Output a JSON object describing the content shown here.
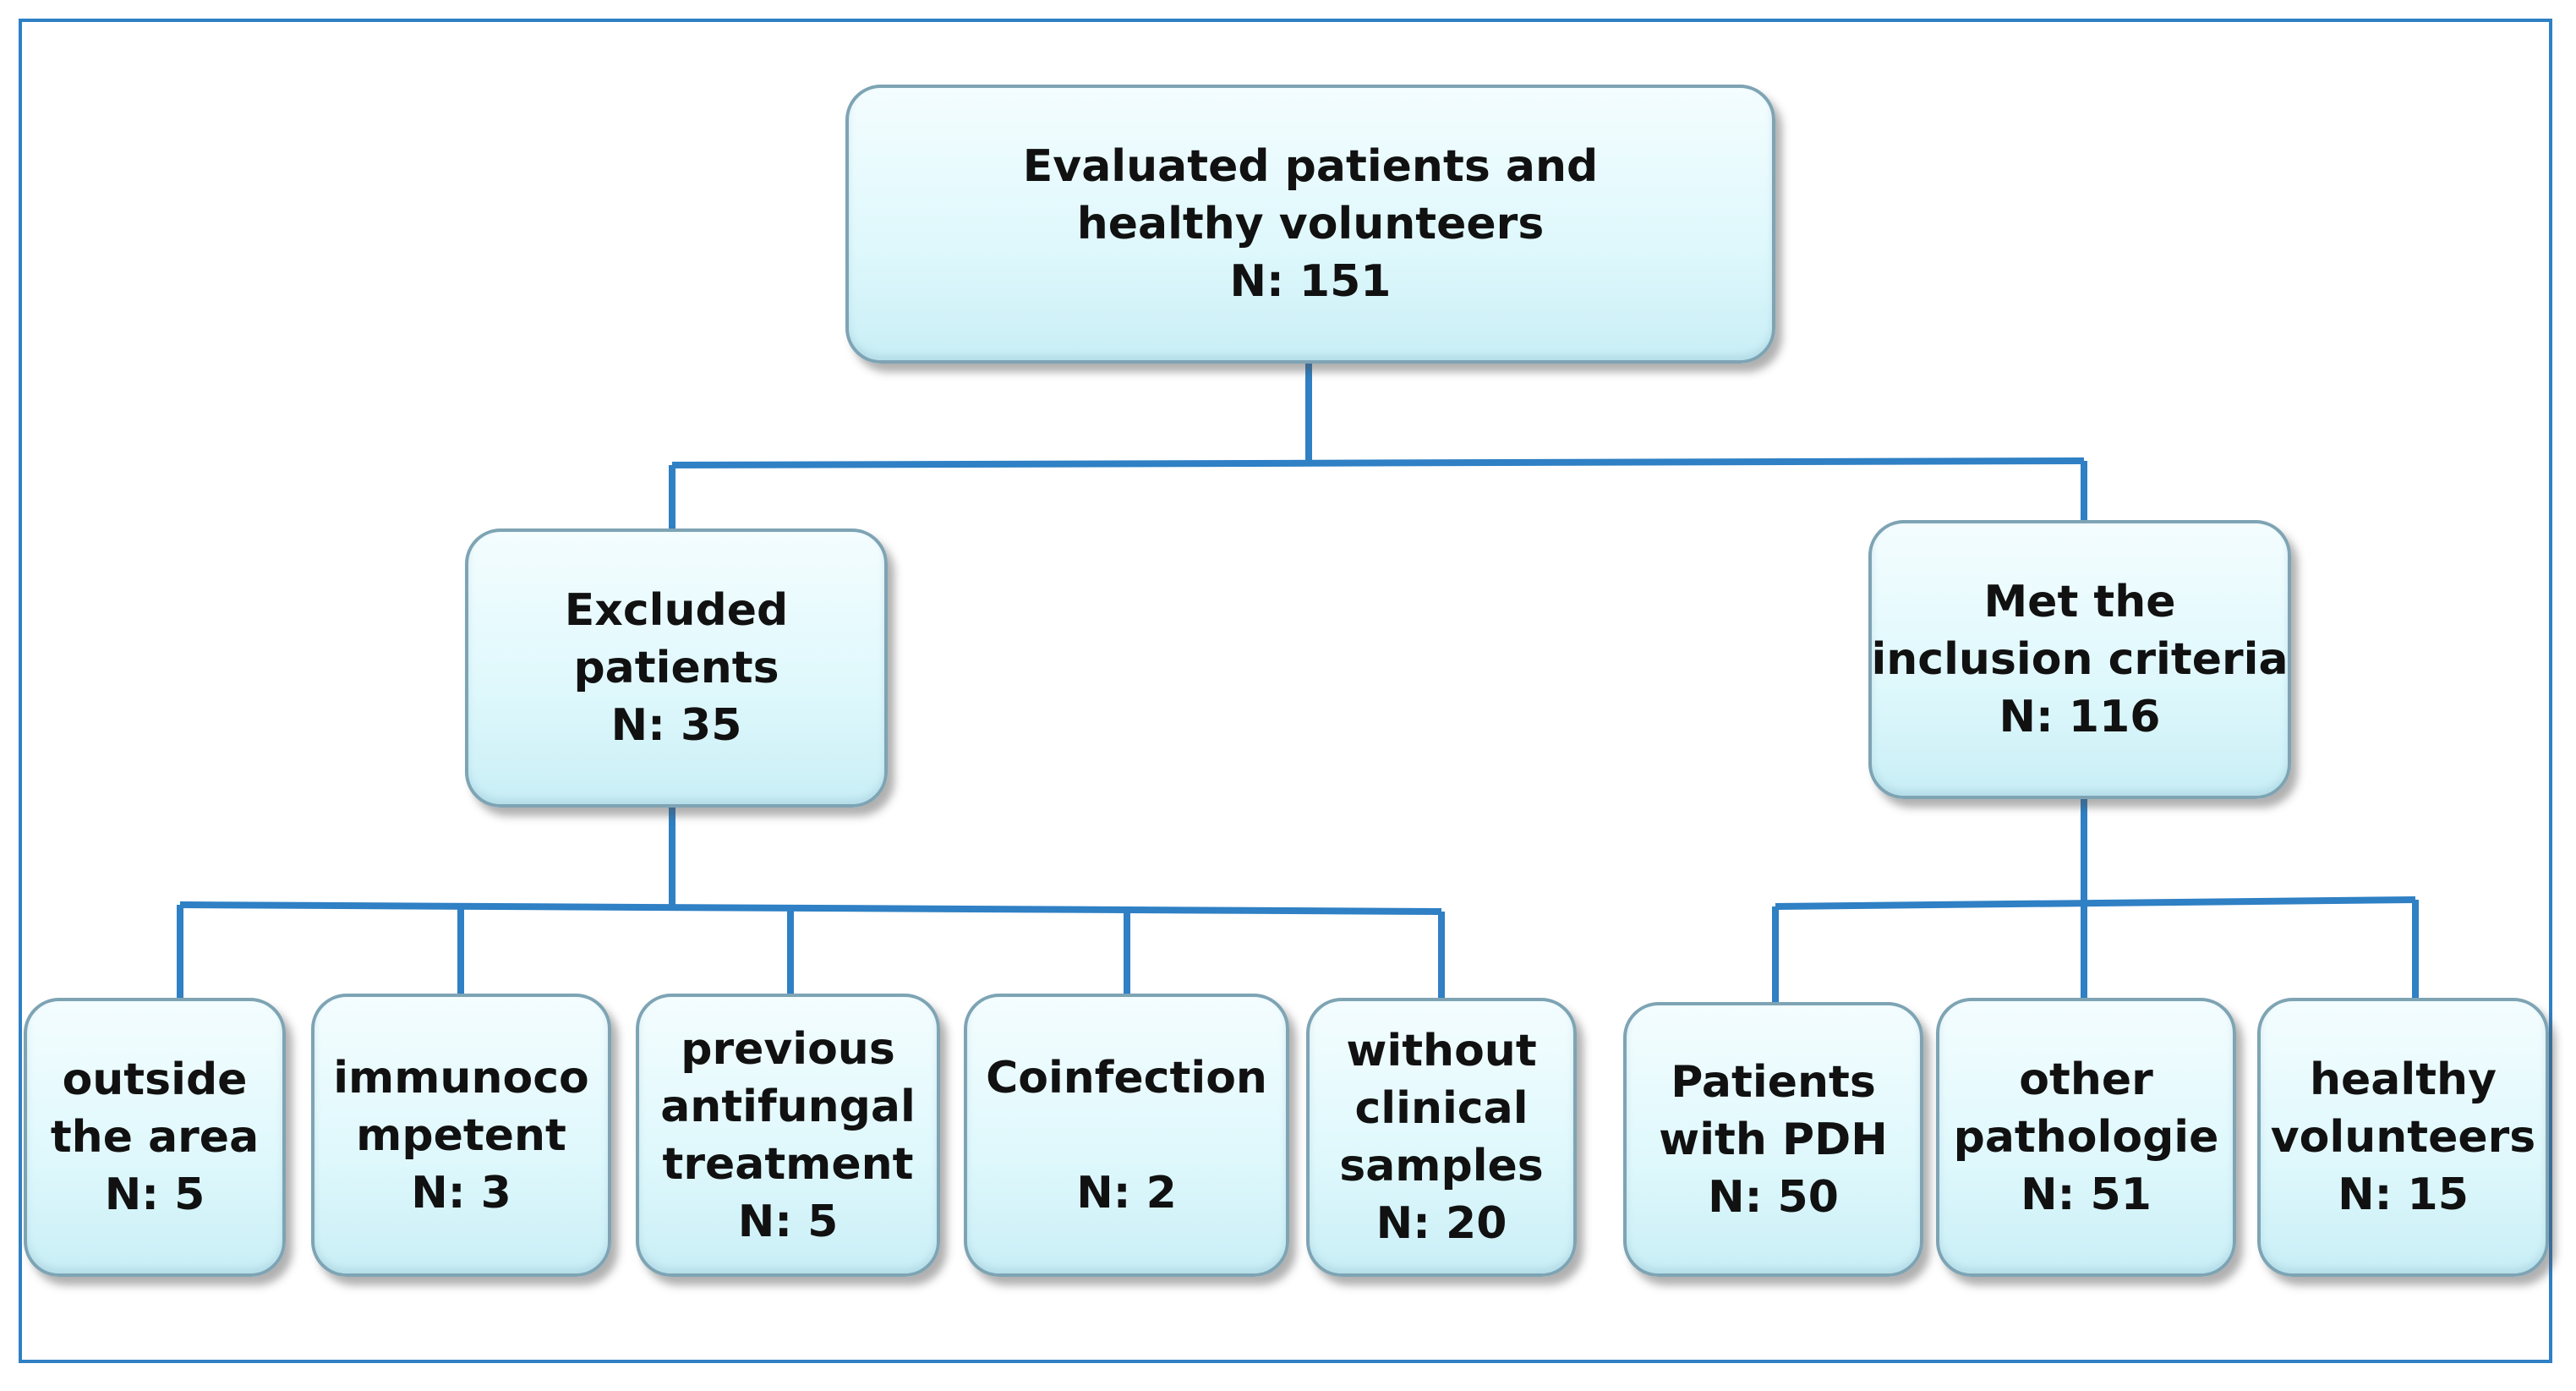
{
  "root": {
    "line1": "Evaluated patients and",
    "line2": "healthy volunteers",
    "count": "N: 151"
  },
  "excluded": {
    "line1": "Excluded",
    "line2": "patients",
    "count": "N: 35"
  },
  "included": {
    "line1": "Met the",
    "line2": "inclusion criteria",
    "count": "N: 116"
  },
  "exclusion_reasons": [
    {
      "line1": "outside",
      "line2": "the area",
      "count": "N: 5"
    },
    {
      "line1": "immunoco",
      "line2": "mpetent",
      "count": "N: 3"
    },
    {
      "line1": "previous",
      "line2": "antifungal",
      "line3": "treatment",
      "count": "N: 5"
    },
    {
      "line1": "Coinfection",
      "count": "N: 2"
    },
    {
      "line1": "without",
      "line2": "clinical",
      "line3": "samples",
      "count": "N: 20"
    }
  ],
  "inclusion_groups": [
    {
      "line1": "Patients",
      "line2": "with PDH",
      "count": "N: 50"
    },
    {
      "line1": "other",
      "line2": "pathologie",
      "count": "N: 51"
    },
    {
      "line1": "healthy",
      "line2": "volunteers",
      "count": "N: 15"
    }
  ],
  "colors": {
    "connector": "#2f80c4",
    "frame": "#2f80c4",
    "box_fill": "#def8fc",
    "box_border": "#7ea4b4"
  }
}
